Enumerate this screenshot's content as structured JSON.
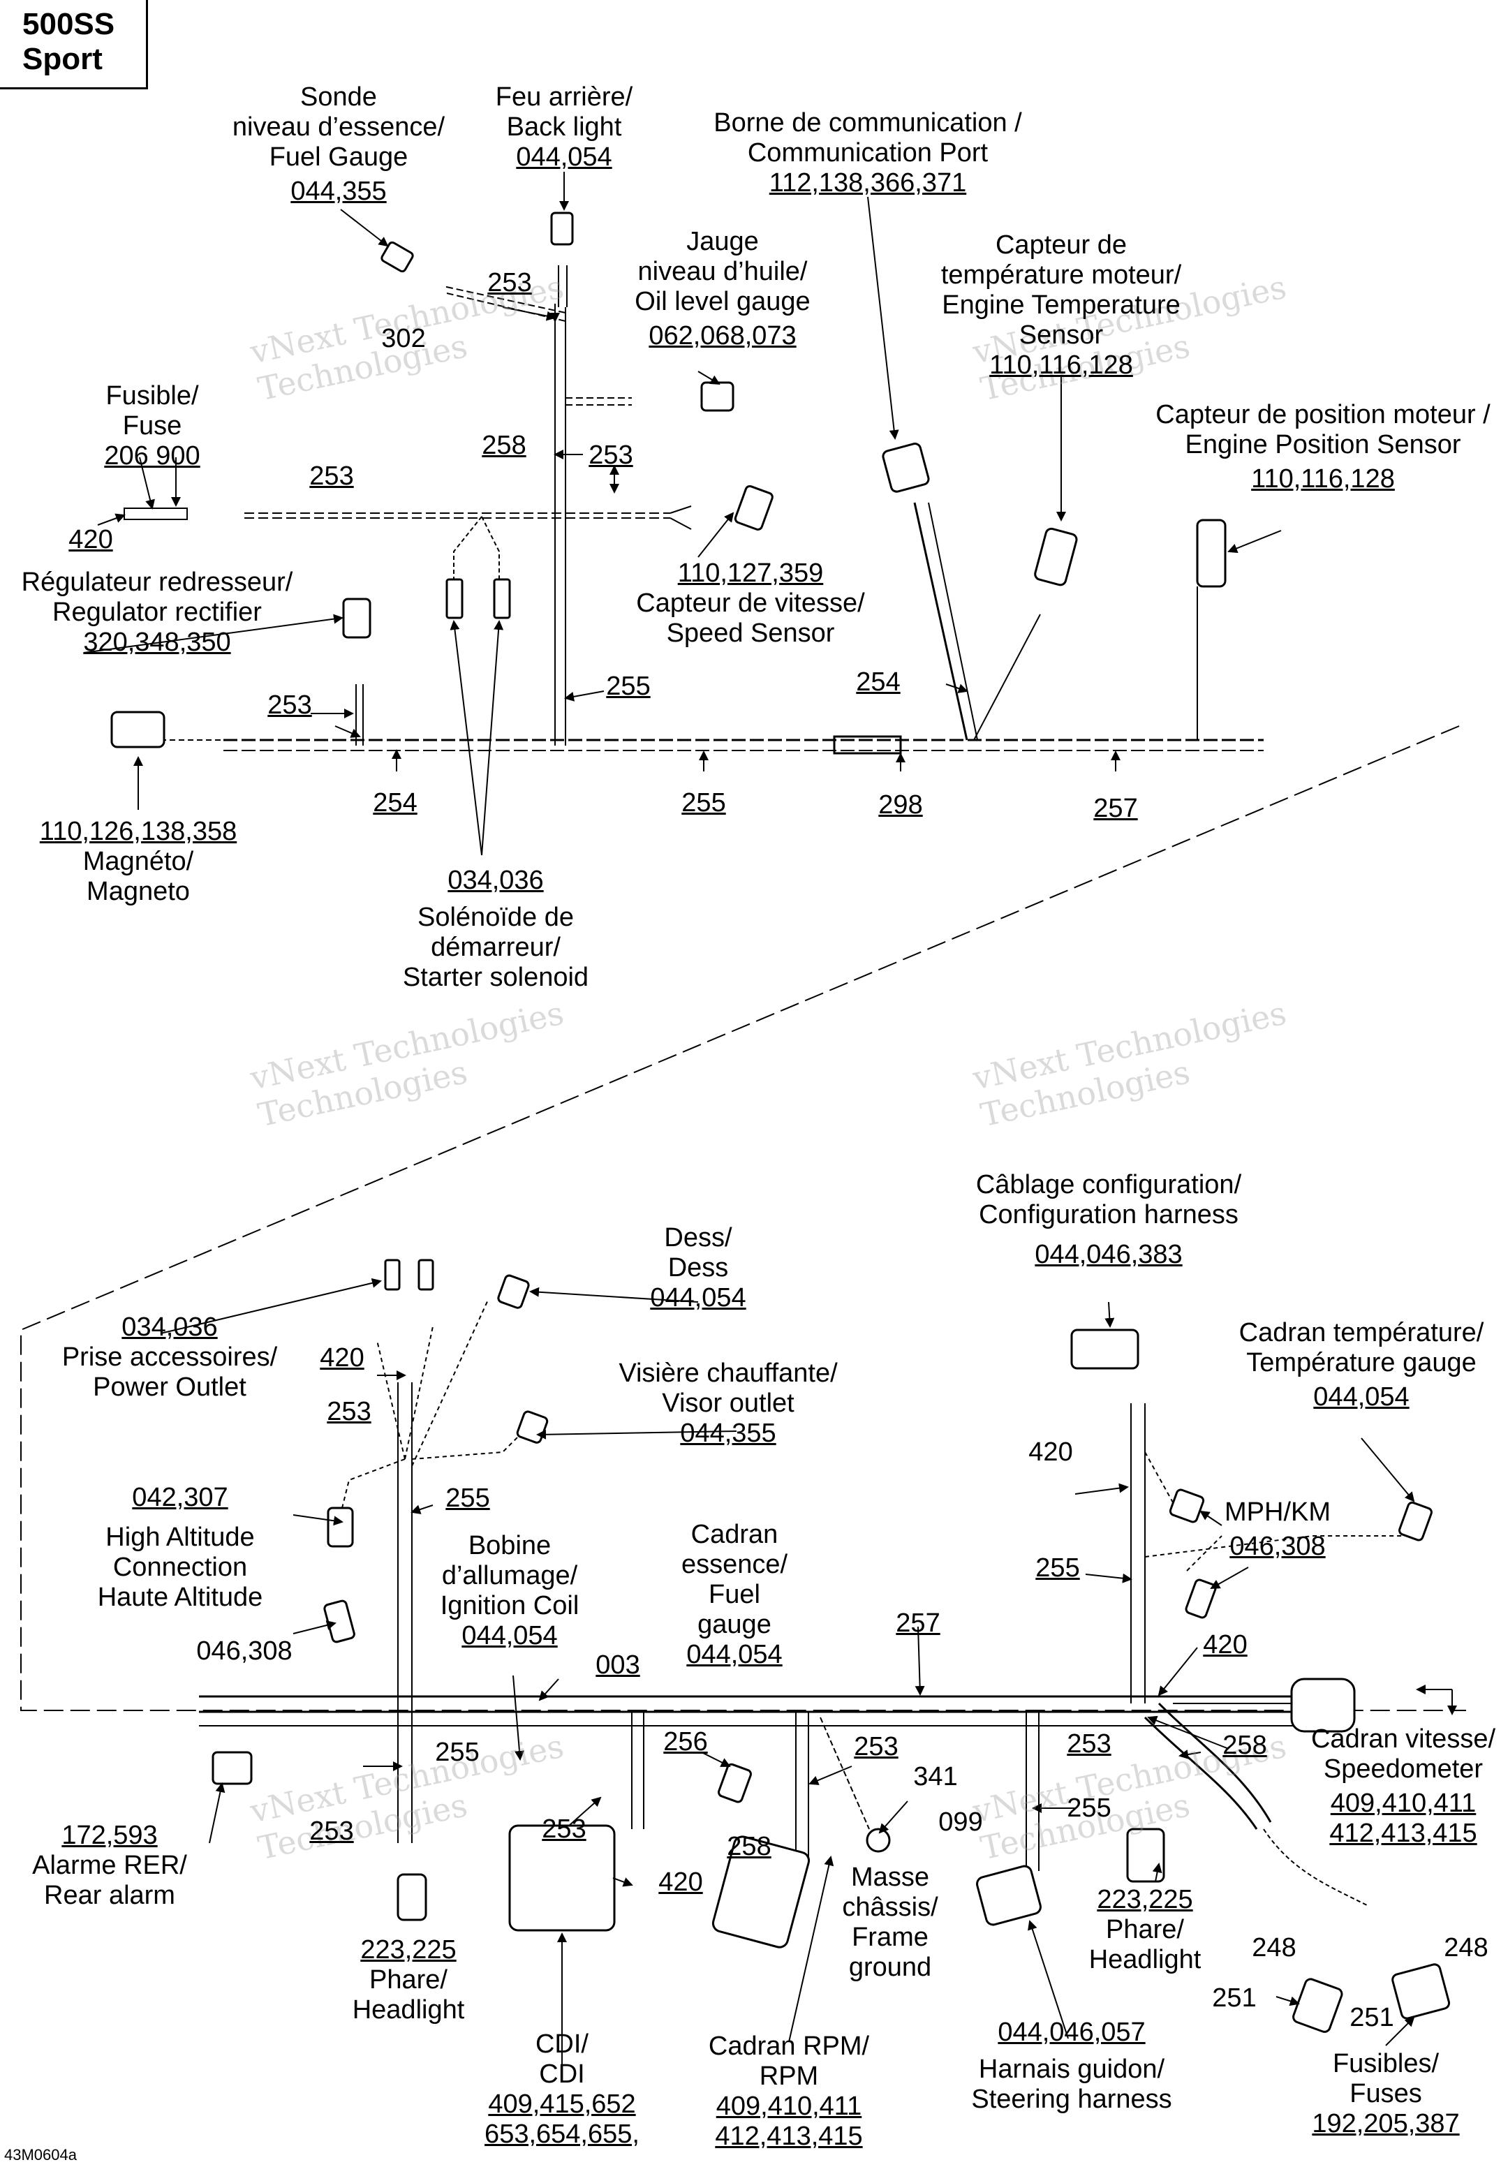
{
  "model": {
    "line1": "500SS",
    "line2": "Sport"
  },
  "doc_code": "43M0604a",
  "watermark": {
    "line1": "vNext Technologies",
    "line2": "Technologies"
  },
  "labels": {
    "fuel_gauge_sensor": {
      "lines": [
        "Sonde",
        "niveau d’essence/",
        "Fuel Gauge"
      ],
      "ref": "044,355"
    },
    "back_light": {
      "lines": [
        "Feu arrière/",
        "Back light"
      ],
      "ref": "044,054"
    },
    "comm_port": {
      "lines": [
        "Borne de communication /",
        "Communication Port"
      ],
      "ref": "112,138,366,371"
    },
    "oil_level": {
      "lines": [
        "Jauge",
        "niveau d’huile/",
        "Oil level gauge"
      ],
      "ref": "062,068,073"
    },
    "engine_temp": {
      "lines": [
        "Capteur de",
        "température moteur/",
        "Engine Temperature",
        "Sensor"
      ],
      "ref": "110,116,128"
    },
    "engine_pos": {
      "lines": [
        "Capteur de position moteur /",
        "Engine Position Sensor"
      ],
      "ref": "110,116,128"
    },
    "fuse": {
      "lines": [
        "Fusible/",
        "Fuse"
      ],
      "ref": "206 900"
    },
    "regulator": {
      "lines": [
        "Régulateur redresseur/",
        "Regulator rectifier"
      ],
      "ref": "320,348,350"
    },
    "speed_sensor": {
      "ref": "110,127,359",
      "lines": [
        "Capteur de vitesse/",
        "Speed Sensor"
      ]
    },
    "magneto": {
      "ref": "110,126,138,358",
      "lines": [
        "Magnéto/",
        "Magneto"
      ]
    },
    "starter_solenoid": {
      "ref": "034,036",
      "lines": [
        "Solénoïde de",
        "démarreur/",
        "Starter solenoid"
      ]
    },
    "config_harness": {
      "lines": [
        "Câblage configuration/",
        "Configuration harness"
      ],
      "ref": "044,046,383"
    },
    "dess": {
      "lines": [
        "Dess/",
        "Dess"
      ],
      "ref": "044,054"
    },
    "temp_gauge": {
      "lines": [
        "Cadran température/",
        "Température gauge"
      ],
      "ref": "044,054"
    },
    "power_outlet": {
      "ref": "034,036",
      "lines": [
        "Prise accessoires/",
        "Power Outlet"
      ]
    },
    "visor_outlet": {
      "lines": [
        "Visière chauffante/",
        "Visor outlet"
      ],
      "ref": "044,355"
    },
    "mph_km": {
      "lines": [
        "MPH/KM"
      ],
      "ref": "046,308"
    },
    "high_altitude": {
      "ref": "042,307",
      "lines": [
        "High Altitude",
        "Connection",
        "Haute Altitude"
      ]
    },
    "ignition_coil": {
      "lines": [
        "Bobine",
        "d’allumage/",
        "Ignition Coil"
      ],
      "ref": "044,054"
    },
    "fuel_gauge_dial": {
      "lines": [
        "Cadran",
        "essence/",
        "Fuel",
        "gauge"
      ],
      "ref": "044,054"
    },
    "speedometer": {
      "lines": [
        "Cadran vitesse/",
        "Speedometer"
      ],
      "ref": "409,410,411",
      "ref2": "412,413,415"
    },
    "rear_alarm": {
      "ref": "172,593",
      "lines": [
        "Alarme RER/",
        "Rear alarm"
      ]
    },
    "headlight_left": {
      "ref": "223,225",
      "lines": [
        "Phare/",
        "Headlight"
      ]
    },
    "cdi": {
      "lines": [
        "CDI/",
        "CDI"
      ],
      "ref": "409,415,652",
      "ref2": "653,654,655,"
    },
    "rpm": {
      "lines": [
        "Cadran RPM/",
        "RPM"
      ],
      "ref": "409,410,411",
      "ref2": "412,413,415"
    },
    "frame_ground": {
      "lines": [
        "Masse",
        "châssis/",
        "Frame",
        "ground"
      ]
    },
    "steering_harness": {
      "ref": "044,046,057",
      "lines": [
        "Harnais guidon/",
        "Steering harness"
      ]
    },
    "headlight_right": {
      "ref": "223,225",
      "lines": [
        "Phare/",
        "Headlight"
      ]
    },
    "fuses": {
      "lines": [
        "Fusibles/",
        "Fuses"
      ],
      "ref": "192,205,387"
    }
  },
  "numbers": {
    "n302": "302",
    "n253a": "253",
    "n258a": "258",
    "n253b": "253",
    "n253c": "253",
    "n420a": "420",
    "n253d": "253",
    "n254a": "254",
    "n255a": "255",
    "n255b": "255",
    "n298": "298",
    "n254b": "254",
    "n257a": "257",
    "n034_036_b": "034,036",
    "n420b": "420",
    "n253e": "253",
    "n042_307_b": "042,307",
    "n255c": "255",
    "n046_308_b": "046,308",
    "n003": "003",
    "n257b": "257",
    "n420c": "420",
    "n255d": "255",
    "n420d": "420",
    "n255e": "255",
    "n253f": "253",
    "n256": "256",
    "n253g": "253",
    "n420e": "420",
    "n258b": "258",
    "n253h": "253",
    "n341": "341",
    "n099": "099",
    "n253i": "253",
    "n255f": "255",
    "n258c": "258",
    "n248a": "248",
    "n248b": "248",
    "n251a": "251",
    "n251b": "251"
  }
}
